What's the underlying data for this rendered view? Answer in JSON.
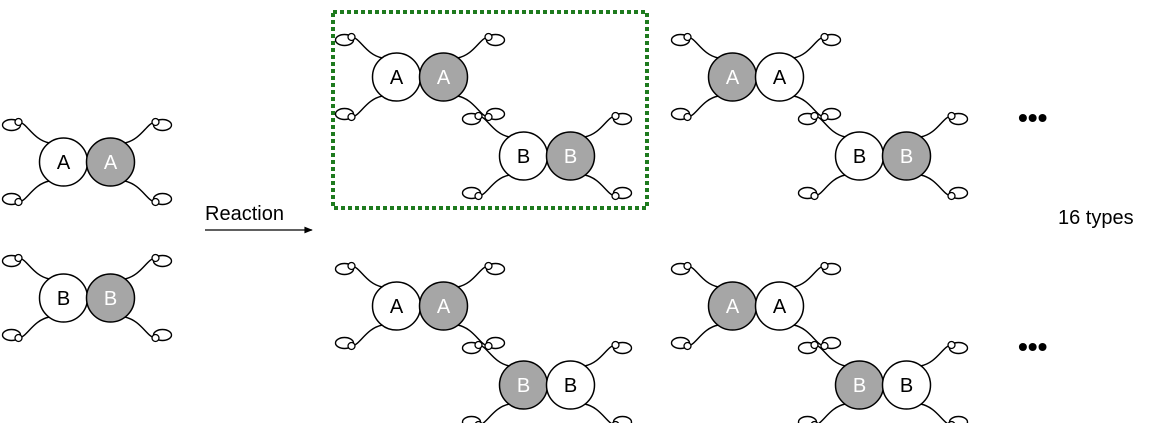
{
  "reaction_label": "Reaction",
  "count_label": "16 types",
  "ellipsis": "•••",
  "highlight_color": "#1e7a1e",
  "outline_color": "#000000",
  "white_bead_color": "#ffffff",
  "grey_bead_color": "#a6a6a6",
  "grey_bead_text_color": "#ffffff",
  "monomers": [
    {
      "beads": [
        {
          "label": "A",
          "shade": "white"
        },
        {
          "label": "A",
          "shade": "grey"
        }
      ]
    },
    {
      "beads": [
        {
          "label": "B",
          "shade": "white"
        },
        {
          "label": "B",
          "shade": "grey"
        }
      ]
    }
  ],
  "products": [
    {
      "top": [
        {
          "label": "A",
          "shade": "white"
        },
        {
          "label": "A",
          "shade": "grey"
        }
      ],
      "bottom": [
        {
          "label": "B",
          "shade": "white"
        },
        {
          "label": "B",
          "shade": "grey"
        }
      ],
      "highlighted": true
    },
    {
      "top": [
        {
          "label": "A",
          "shade": "grey"
        },
        {
          "label": "A",
          "shade": "white"
        }
      ],
      "bottom": [
        {
          "label": "B",
          "shade": "white"
        },
        {
          "label": "B",
          "shade": "grey"
        }
      ],
      "highlighted": false
    },
    {
      "top": [
        {
          "label": "A",
          "shade": "white"
        },
        {
          "label": "A",
          "shade": "grey"
        }
      ],
      "bottom": [
        {
          "label": "B",
          "shade": "grey"
        },
        {
          "label": "B",
          "shade": "white"
        }
      ],
      "highlighted": false
    },
    {
      "top": [
        {
          "label": "A",
          "shade": "grey"
        },
        {
          "label": "A",
          "shade": "white"
        }
      ],
      "bottom": [
        {
          "label": "B",
          "shade": "grey"
        },
        {
          "label": "B",
          "shade": "white"
        }
      ],
      "highlighted": false
    }
  ]
}
